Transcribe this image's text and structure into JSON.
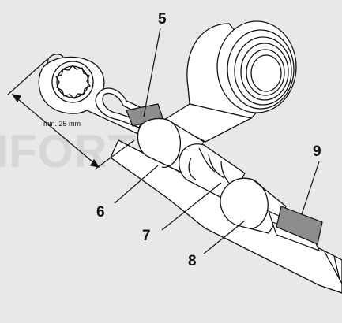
{
  "diagram": {
    "watermark": "IFORT",
    "dimension_label": "min. 25 mm",
    "callouts": [
      {
        "id": "callout-5",
        "label": "5"
      },
      {
        "id": "callout-6",
        "label": "6"
      },
      {
        "id": "callout-7",
        "label": "7"
      },
      {
        "id": "callout-8",
        "label": "8"
      },
      {
        "id": "callout-9",
        "label": "9"
      }
    ],
    "colors": {
      "background": "#e8e8e8",
      "line": "#111111",
      "tab_gray": "#8c8c8c",
      "white": "#ffffff"
    }
  }
}
